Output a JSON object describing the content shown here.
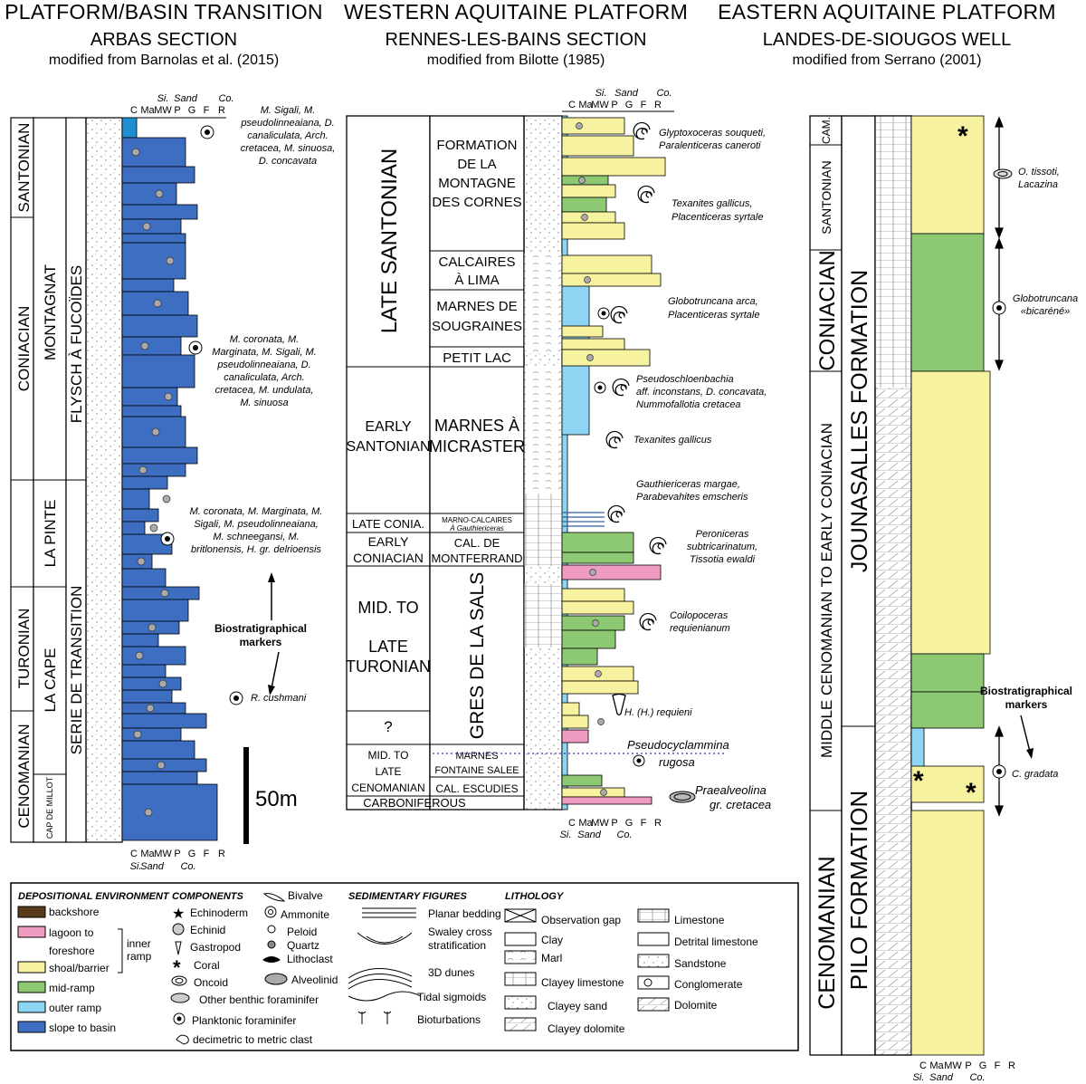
{
  "headers": [
    {
      "title": "PLATFORM/BASIN TRANSITION",
      "section": "ARBAS SECTION",
      "source": "modified from Barnolas et al. (2015)"
    },
    {
      "title": "WESTERN AQUITAINE PLATFORM",
      "section": "RENNES-LES-BAINS SECTION",
      "source": "modified from Bilotte (1985)"
    },
    {
      "title": "EASTERN AQUITAINE PLATFORM",
      "section": "LANDES-DE-SIOUGOS WELL",
      "source": "modified from Serrano (2001)"
    }
  ],
  "scale_top": [
    "Si.",
    "Sand",
    "Co."
  ],
  "scale_letters": [
    "C",
    "Ma",
    "MW",
    "P",
    "G",
    "F",
    "R"
  ],
  "arbas": {
    "stages": [
      "SANTONIAN",
      "CONIACIAN",
      "TURONIAN",
      "CENOMANIAN"
    ],
    "formations": [
      "MONTAGNAT",
      "LA PINTE",
      "LA CAPE",
      "CAP DE MILLOT"
    ],
    "groups": [
      "FLYSCH À FUCOÏDES",
      "SERIE DE TRANSITION"
    ],
    "fossils": [
      [
        "M. Sigali, M.",
        "pseudolinneaiana, D.",
        "canaliculata, Arch.",
        "cretacea, M. sinuosa,",
        "D. concavata"
      ],
      [
        "M. coronata, M.",
        "Marginata, M. Sigali, M.",
        "pseudolinneaiana, D.",
        "canaliculata, Arch.",
        "cretacea, M. undulata,",
        "M. sinuosa"
      ],
      [
        "M. coronata, M. Marginata, M.",
        "Sigali, M. pseudolinneaiana,",
        "M. schneegansi, M.",
        "britlonensis, H. gr. delrioensis"
      ],
      [
        "R. cushmani"
      ]
    ],
    "marker_label": [
      "Biostratigraphical",
      "markers"
    ],
    "scale_bar": "50m"
  },
  "rennes": {
    "stages": [
      "LATE SANTONIAN",
      "EARLY",
      "SANTONIAN",
      "LATE CONIA.",
      "EARLY",
      "CONIACIAN",
      "MID. TO",
      "LATE",
      "TURONIAN",
      "?",
      "MID. TO",
      "LATE",
      "CENOMANIAN",
      "CARBONIFEROUS"
    ],
    "formations": [
      "FORMATION",
      "DE LA",
      "MONTAGNE",
      "DES CORNES",
      "CALCAIRES",
      "À LIMA",
      "MARNES DE",
      "SOUGRAINES",
      "PETIT LAC",
      "MARNES À",
      "MICRASTER",
      "MARNO-CALCAIRES",
      "À Gauthiericeras",
      "CAL. DE",
      "MONTFERRAND",
      "GRES DE LA SALS",
      "MARNES",
      "FONTAINE SALEE",
      "CAL. ESCUDIES"
    ],
    "fossils": [
      [
        "Glyptoxoceras souqueti,",
        "Paralenticeras caneroti"
      ],
      [
        "Texanites gallicus,",
        "Placenticeras syrtale"
      ],
      [
        "Globotruncana arca,",
        "Placenticeras syrtale"
      ],
      [
        "Pseudoschloenbachia",
        "aff. inconstans, D. concavata,",
        "Nummofallotia cretacea"
      ],
      [
        "Texanites  gallicus"
      ],
      [
        "Gauthiericeras margae,",
        "Parabevahites emscheris"
      ],
      [
        "Peroniceras",
        "subtricarinatum,",
        "Tissotia ewaldi"
      ],
      [
        "Coilopoceras",
        "requienianum"
      ],
      [
        "H. (H.) requieni"
      ],
      [
        "Pseudocyclammina",
        "rugosa"
      ],
      [
        "Praealveolina",
        "gr. cretacea"
      ]
    ]
  },
  "landes": {
    "stages": [
      "CAM.",
      "SANTONIAN",
      "CONIACIAN",
      "MIDDLE CENOMANIAN TO EARLY CONIACIAN",
      "CENOMANIAN"
    ],
    "formations": [
      "JOUNASALLES  FORMATION",
      "PILO FORMATION"
    ],
    "fossils": [
      [
        "O. tissoti,",
        "Lacazina"
      ],
      [
        "Globotruncana",
        "«bicaréné»"
      ],
      [
        "C. gradata"
      ]
    ],
    "marker_label": [
      "Biostratigraphical",
      "markers"
    ]
  },
  "legend": {
    "env_title": "DEPOSITIONAL ENVIRONMENT",
    "env": [
      {
        "label": "backshore",
        "color": "#5a3a1a"
      },
      {
        "label": "lagoon to",
        "label2": "foreshore",
        "color": "#ef9bc2"
      },
      {
        "label": "shoal/barrier",
        "color": "#f6f29f"
      },
      {
        "label": "mid-ramp",
        "color": "#8dc872"
      },
      {
        "label": "outer ramp",
        "color": "#8dd5f2"
      },
      {
        "label": "slope to basin",
        "color": "#3e6ec2"
      }
    ],
    "inner_ramp": [
      "inner",
      "ramp"
    ],
    "comp_title": "COMPONENTS",
    "components": [
      "Echinoderm",
      "Echinid",
      "Gastropod",
      "Coral",
      "Oncoid",
      "Other benthic foraminifer",
      "Planktonic foraminifer",
      "decimetric to metric clast",
      "Bivalve",
      "Ammonite",
      "Peloid",
      "Quartz",
      "Lithoclast",
      "Alveolinid"
    ],
    "sed_title": "SEDIMENTARY FIGURES",
    "sed": [
      "Planar bedding",
      "Swaley cross",
      "stratification",
      "3D dunes",
      "Tidal sigmoids",
      "Bioturbations"
    ],
    "lith_title": "LITHOLOGY",
    "lith": [
      "Observation gap",
      "Clay",
      "Marl",
      "Clayey limestone",
      "Clayey sand",
      "Clayey dolomite",
      "Limestone",
      "Detrital limestone",
      "Sandstone",
      "Conglomerate",
      "Dolomite"
    ]
  },
  "colors": {
    "basin": "#3e6ec2",
    "outer": "#8dd5f2",
    "mid": "#8dc872",
    "shoal": "#f6f29f",
    "lagoon": "#ef9bc2",
    "backshore": "#5a3a1a"
  }
}
